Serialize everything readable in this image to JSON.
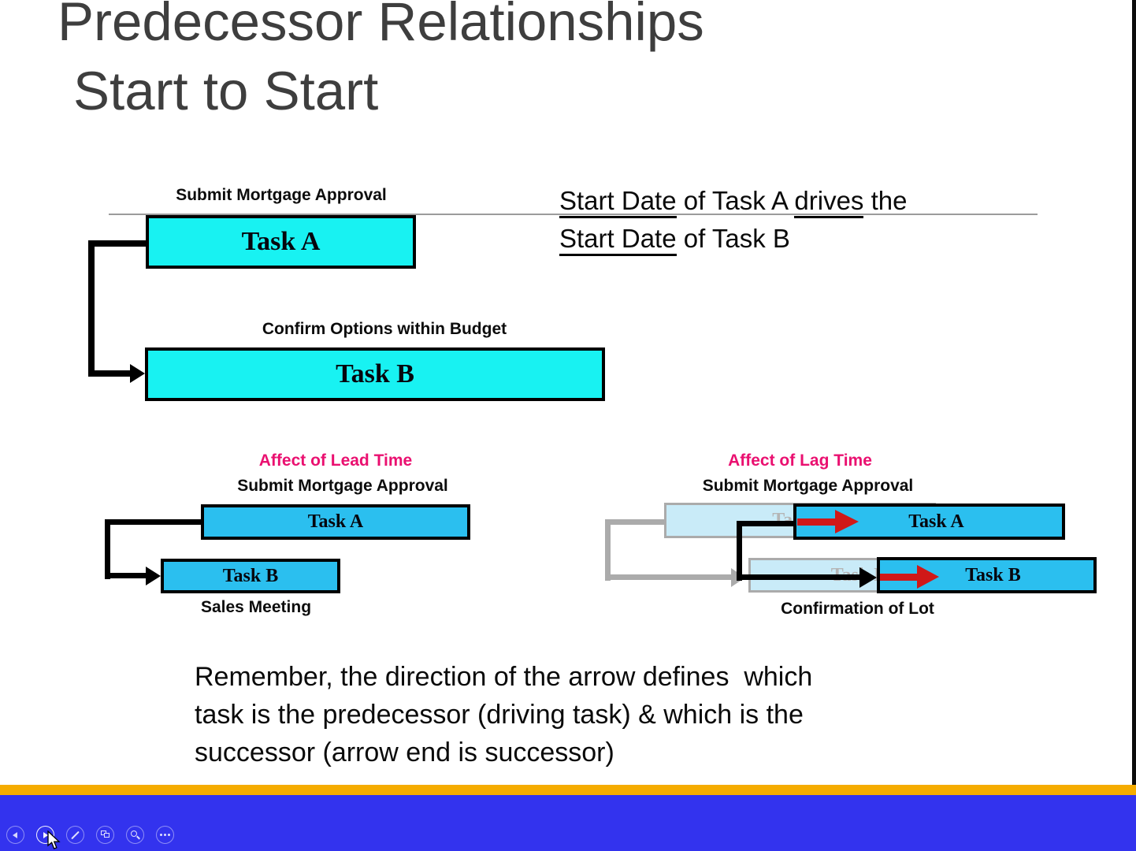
{
  "colors": {
    "top_box_fill": "#18F2F2",
    "lower_box_fill": "#2BBFEF",
    "ghost_box_fill": "#C9EBF8",
    "ghost_border": "#ABABAB",
    "pink_accent": "#EA1070",
    "red_arrow": "#D01818",
    "gold_bar": "#F5AC00",
    "blue_bar": "#3333EE"
  },
  "title": {
    "line1": "Predecessor Relationships",
    "line2": "Start to Start"
  },
  "headline": {
    "line1": [
      {
        "text": "Start Date",
        "underline": true
      },
      {
        "text": " of Task A ",
        "underline": false
      },
      {
        "text": "drives",
        "underline": true
      },
      {
        "text": " the",
        "underline": false
      }
    ],
    "line2": [
      {
        "text": "Start Date",
        "underline": true
      },
      {
        "text": " of Task B",
        "underline": false
      }
    ]
  },
  "start_to_start": {
    "task_a_caption": "Submit Mortgage Approval",
    "task_a_label": "Task A",
    "task_b_caption": "Confirm Options within Budget",
    "task_b_label": "Task B"
  },
  "lead": {
    "title": "Affect of Lead Time",
    "caption_top": "Submit Mortgage Approval",
    "task_a_label": "Task A",
    "task_b_label": "Task B",
    "caption_bottom": "Sales Meeting"
  },
  "lag": {
    "title": "Affect of Lag Time",
    "caption_top": "Submit Mortgage Approval",
    "ghost_task_a_label": "Task A",
    "ghost_task_b_label": "Task B",
    "task_a_label": "Task A",
    "task_b_label": "Task B",
    "caption_bottom": "Confirmation of Lot"
  },
  "note": {
    "lines": [
      "Remember, the direction of the arrow defines  which",
      "task is the predecessor (driving task) & which is the",
      "successor (arrow end is successor)"
    ]
  },
  "toolbar": {
    "icons": [
      "previous-slide",
      "next-slide",
      "pen",
      "see-all-slides",
      "zoom",
      "more-options"
    ]
  }
}
